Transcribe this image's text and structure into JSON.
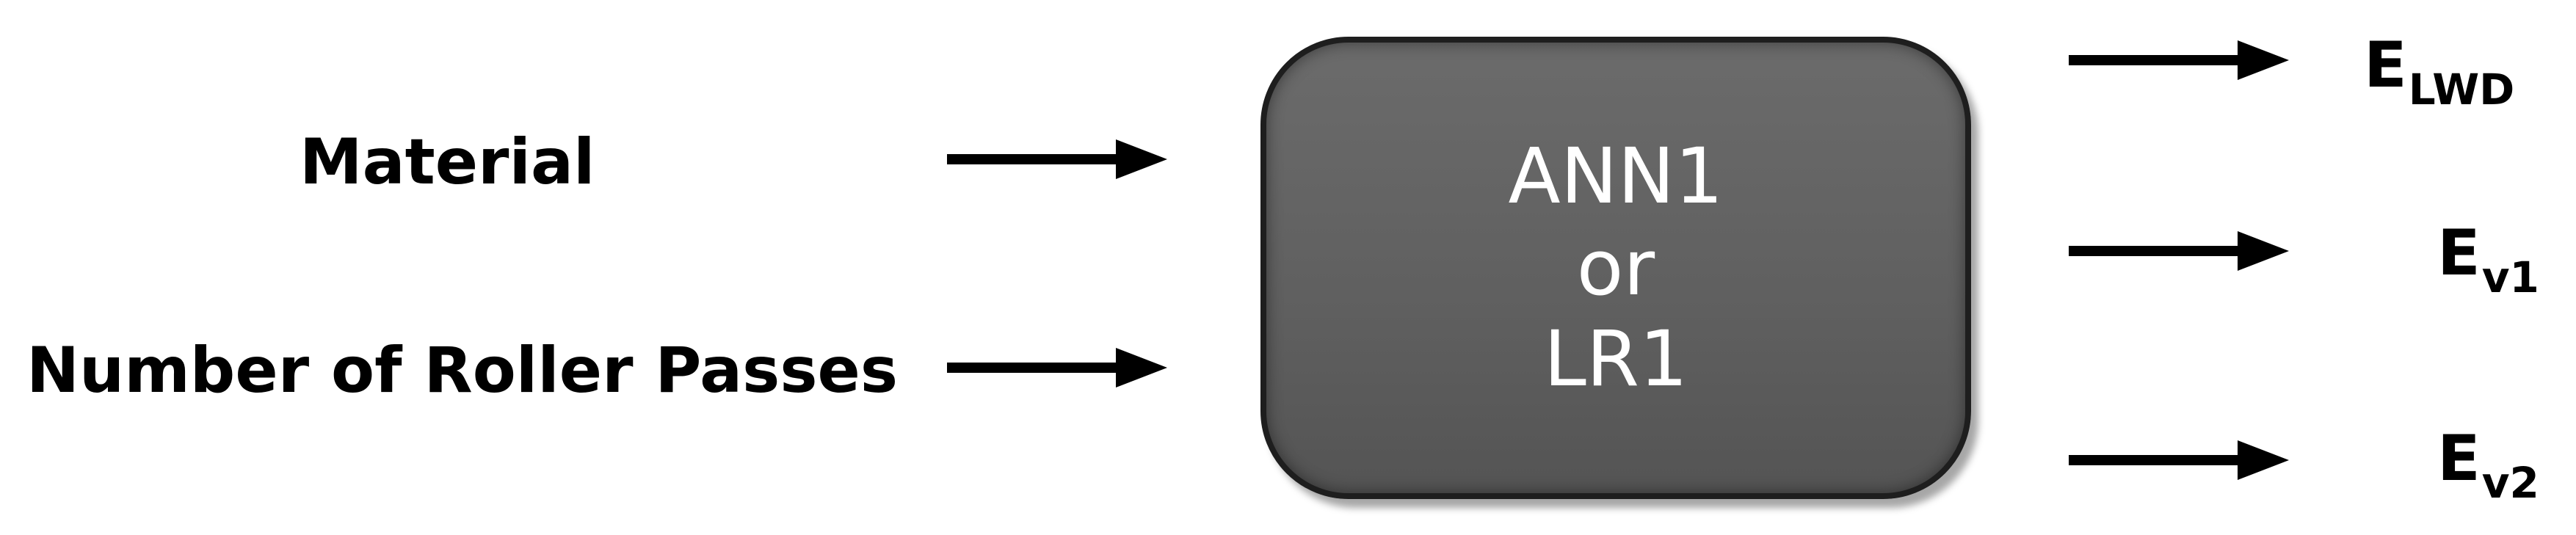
{
  "inputs": [
    {
      "label": "Material"
    },
    {
      "label": "Number of Roller Passes"
    }
  ],
  "model": {
    "line1": "ANN1",
    "line2": "or",
    "line3": "LR1"
  },
  "outputs": [
    {
      "main": "E",
      "sub": "LWD"
    },
    {
      "main": "E",
      "sub": "v1"
    },
    {
      "main": "E",
      "sub": "v2"
    }
  ],
  "colors": {
    "box_fill": "#636363",
    "box_border": "#1e1e1e",
    "box_text": "#ffffff",
    "arrow": "#000000",
    "text": "#000000"
  }
}
